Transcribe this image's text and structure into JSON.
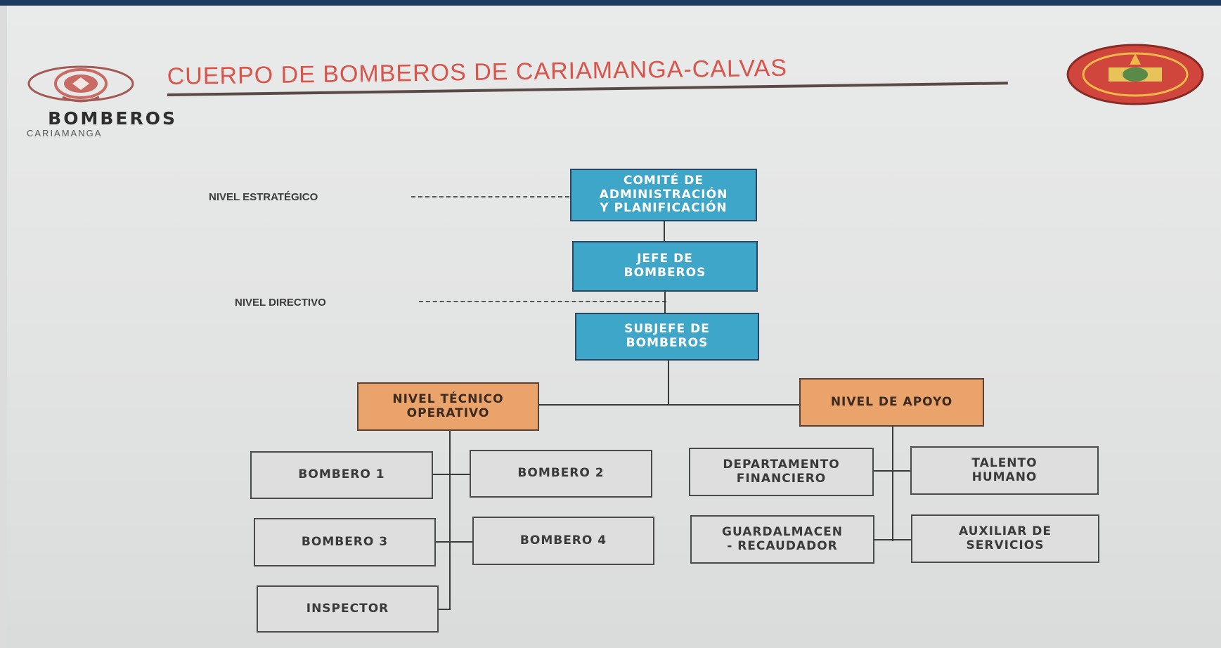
{
  "header": {
    "title": "CUERPO DE BOMBEROS DE CARIAMANGA-CALVAS",
    "brand_name": "BOMBEROS",
    "brand_subtitle": "CARIAMANGA"
  },
  "levels": {
    "strategic": "NIVEL ESTRATÉGICO",
    "directive": "NIVEL DIRECTIVO"
  },
  "org_chart": {
    "committee": "COMITÉ DE\nADMINISTRACIÓN\nY PLANIFICACIÓN",
    "chief": "JEFE DE\nBOMBEROS",
    "deputy_chief": "SUBJEFE DE\nBOMBEROS",
    "technical_level": "NIVEL TÉCNICO\nOPERATIVO",
    "support_level": "NIVEL DE APOYO",
    "technical_units": [
      "BOMBERO 1",
      "BOMBERO 2",
      "BOMBERO 3",
      "BOMBERO 4",
      "INSPECTOR"
    ],
    "support_units": [
      "DEPARTAMENTO\nFINANCIERO",
      "TALENTO\nHUMANO",
      "GUARDALMACEN\n- RECAUDADOR",
      "AUXILIAR DE\nSERVICIOS"
    ]
  },
  "colors": {
    "title_red": "#d9544a",
    "blue_box": "#3ea6c8",
    "orange_box": "#e9a36b",
    "gray_box": "#dedede",
    "top_bar": "#1f3a5f"
  },
  "icons": {
    "left_logo": "fire-department-logo-icon",
    "right_seal": "fire-department-seal-icon"
  }
}
